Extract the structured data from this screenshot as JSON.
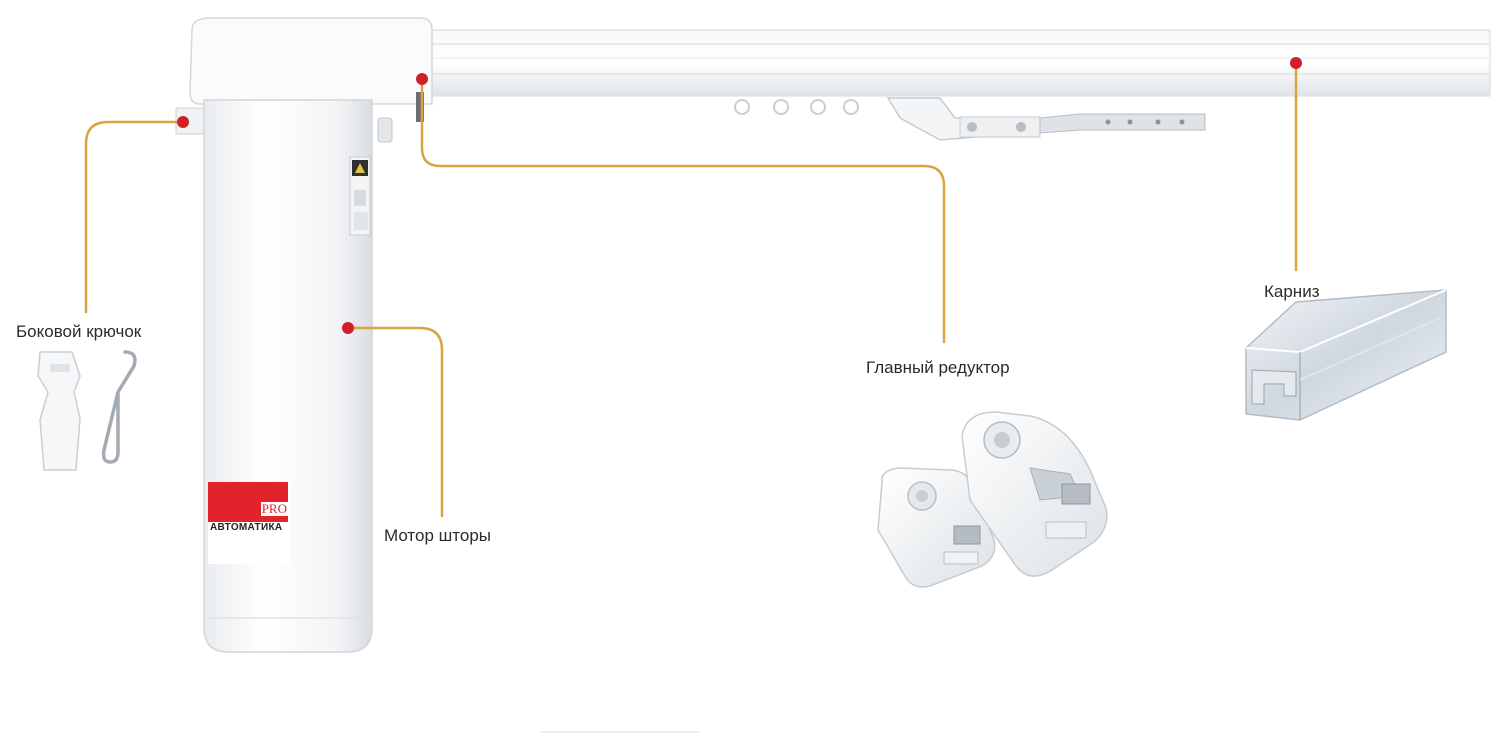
{
  "labels": {
    "side_hook": "Боковой крючок",
    "motor": "Мотор шторы",
    "main_gearbox": "Главный редуктор",
    "cornice": "Карниз"
  },
  "brand": {
    "pro": "PRO",
    "name": "АВТОМАТИКА"
  },
  "colors": {
    "leader_line": "#d9a441",
    "marker_dot": "#d0202a",
    "brand_red": "#e3232b"
  }
}
